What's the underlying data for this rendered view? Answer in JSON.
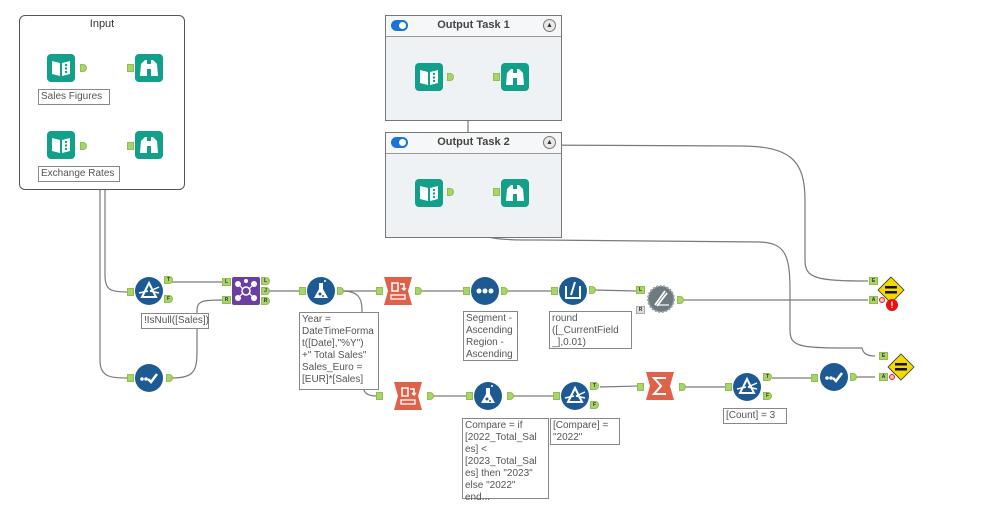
{
  "containers": {
    "input": {
      "title": "Input"
    },
    "output_task_1": {
      "title": "Output Task 1",
      "enabled": true
    },
    "output_task_2": {
      "title": "Output Task 2",
      "enabled": true
    }
  },
  "annotations": {
    "sales_figures": "Sales Figures",
    "exchange_rates": "Exchange Rates",
    "filter_null": "!IsNull([Sales])",
    "formula_1": "Year =\nDateTimeForma\nt([Date],\"%Y\")\n+\" Total Sales\"\nSales_Euro =\n[EUR]*[Sales]",
    "sort": "Segment -\nAscending\nRegion -\nAscending",
    "multi_field": "round\n([_CurrentField\n_],0.01)",
    "formula_2": "Compare = if\n[2022_Total_Sal\nes] <\n[2023_Total_Sal\nes] then \"2023\"\nelse \"2022\"\nend...",
    "filter_compare": "[Compare] =\n\"2022\"",
    "filter_count": "[Count] = 3"
  },
  "anchor_labels": {
    "true": "T",
    "false": "F",
    "left": "L",
    "right": "R",
    "join": "J",
    "expected": "E",
    "actual": "A"
  },
  "icons": {
    "input": "book-input-icon",
    "browse": "binoculars-icon",
    "filter": "filter-prism-icon",
    "join": "join-icon",
    "formula": "formula-flask-icon",
    "crosstab": "crosstab-icon",
    "sort": "sort-dots-icon",
    "multi_field": "multi-field-formula-icon",
    "select_records": "dynamic-rename-icon",
    "summarize": "sigma-icon",
    "select": "select-check-icon",
    "test": "expect-equal-icon",
    "error": "error-icon"
  },
  "error_badge": "!",
  "colors": {
    "input_teal": "#12a08a",
    "prep_blue": "#1d5a94",
    "join_purple": "#6b3fa0",
    "transform_orange": "#e0614a",
    "dev_grey": "#6f7a80",
    "test_yellow": "#f5d800",
    "anchor_green": "#a9d36b",
    "wire": "#777777"
  }
}
